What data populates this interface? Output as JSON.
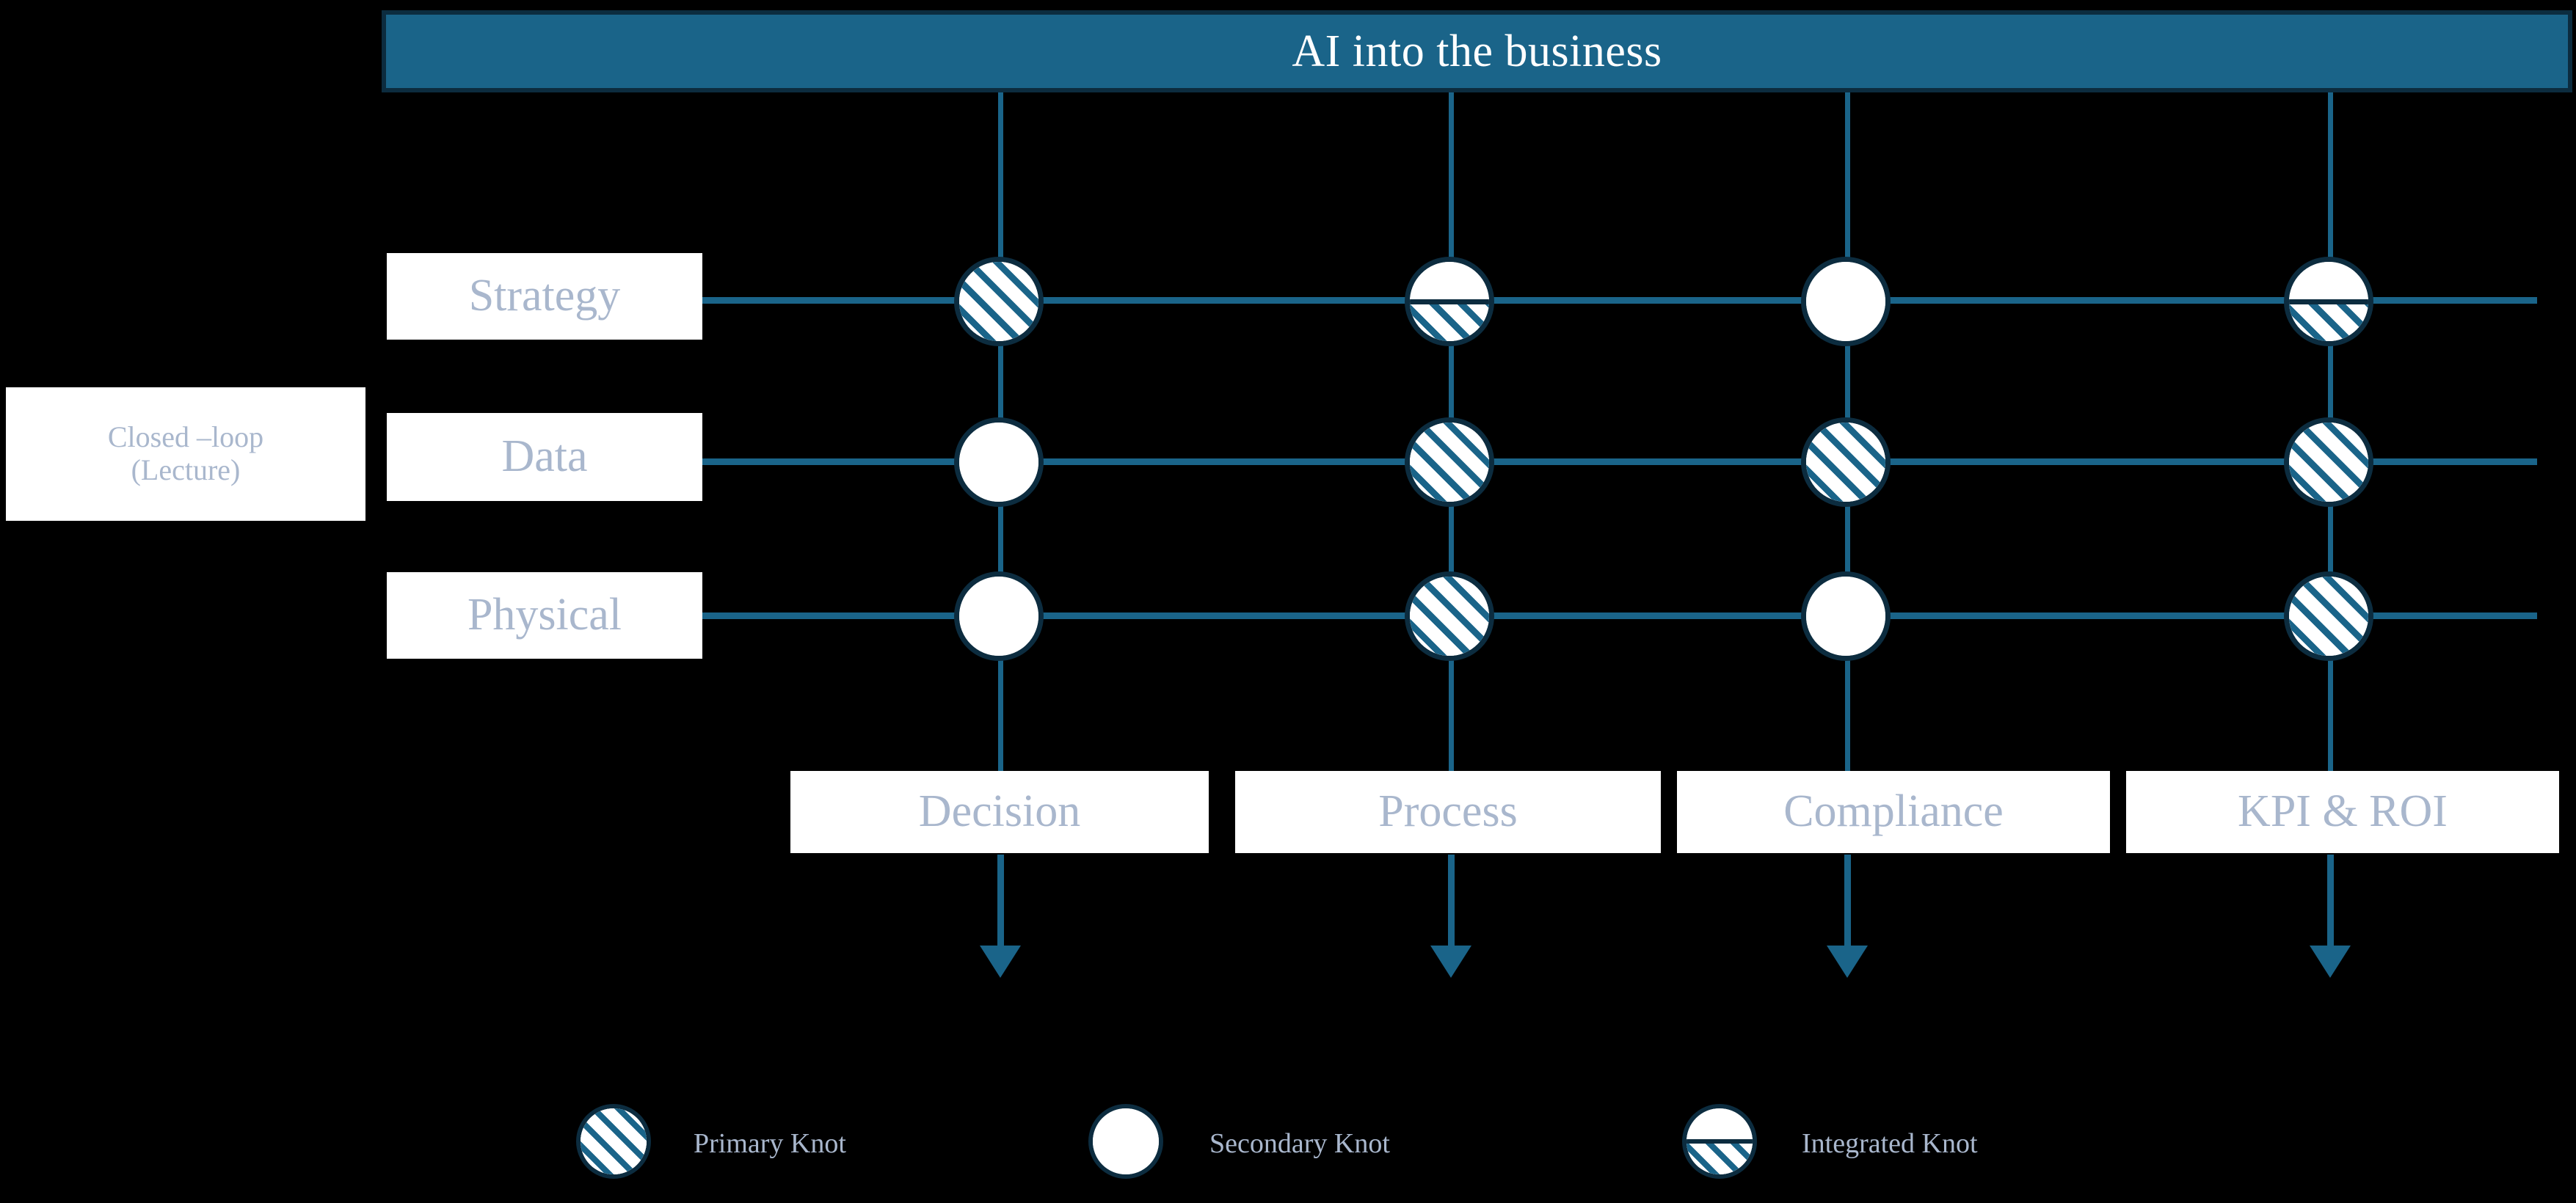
{
  "header": {
    "title": "AI into the business",
    "bar_color": "#1a6489",
    "border_color": "#0c2c3f",
    "text_color": "#ffffff"
  },
  "side_note": {
    "line1": "Closed –loop",
    "line2": "(Lecture)"
  },
  "rows": [
    {
      "label": "Strategy"
    },
    {
      "label": "Data"
    },
    {
      "label": "Physical"
    }
  ],
  "columns": [
    {
      "label": "Decision"
    },
    {
      "label": "Process"
    },
    {
      "label": "Compliance"
    },
    {
      "label": "KPI & ROI"
    }
  ],
  "matrix": [
    [
      "primary",
      "integrated",
      "secondary",
      "integrated"
    ],
    [
      "secondary",
      "primary",
      "primary",
      "primary"
    ],
    [
      "secondary",
      "primary",
      "secondary",
      "primary"
    ]
  ],
  "legend": [
    {
      "type": "primary",
      "label": "Primary Knot"
    },
    {
      "type": "secondary",
      "label": "Secondary Knot"
    },
    {
      "type": "integrated",
      "label": "Integrated Knot"
    }
  ],
  "palette": {
    "accent": "#1a6489",
    "outline": "#0c2c3f",
    "label_text": "#a9b7cd",
    "box_fill": "#ffffff",
    "background": "#000000"
  }
}
